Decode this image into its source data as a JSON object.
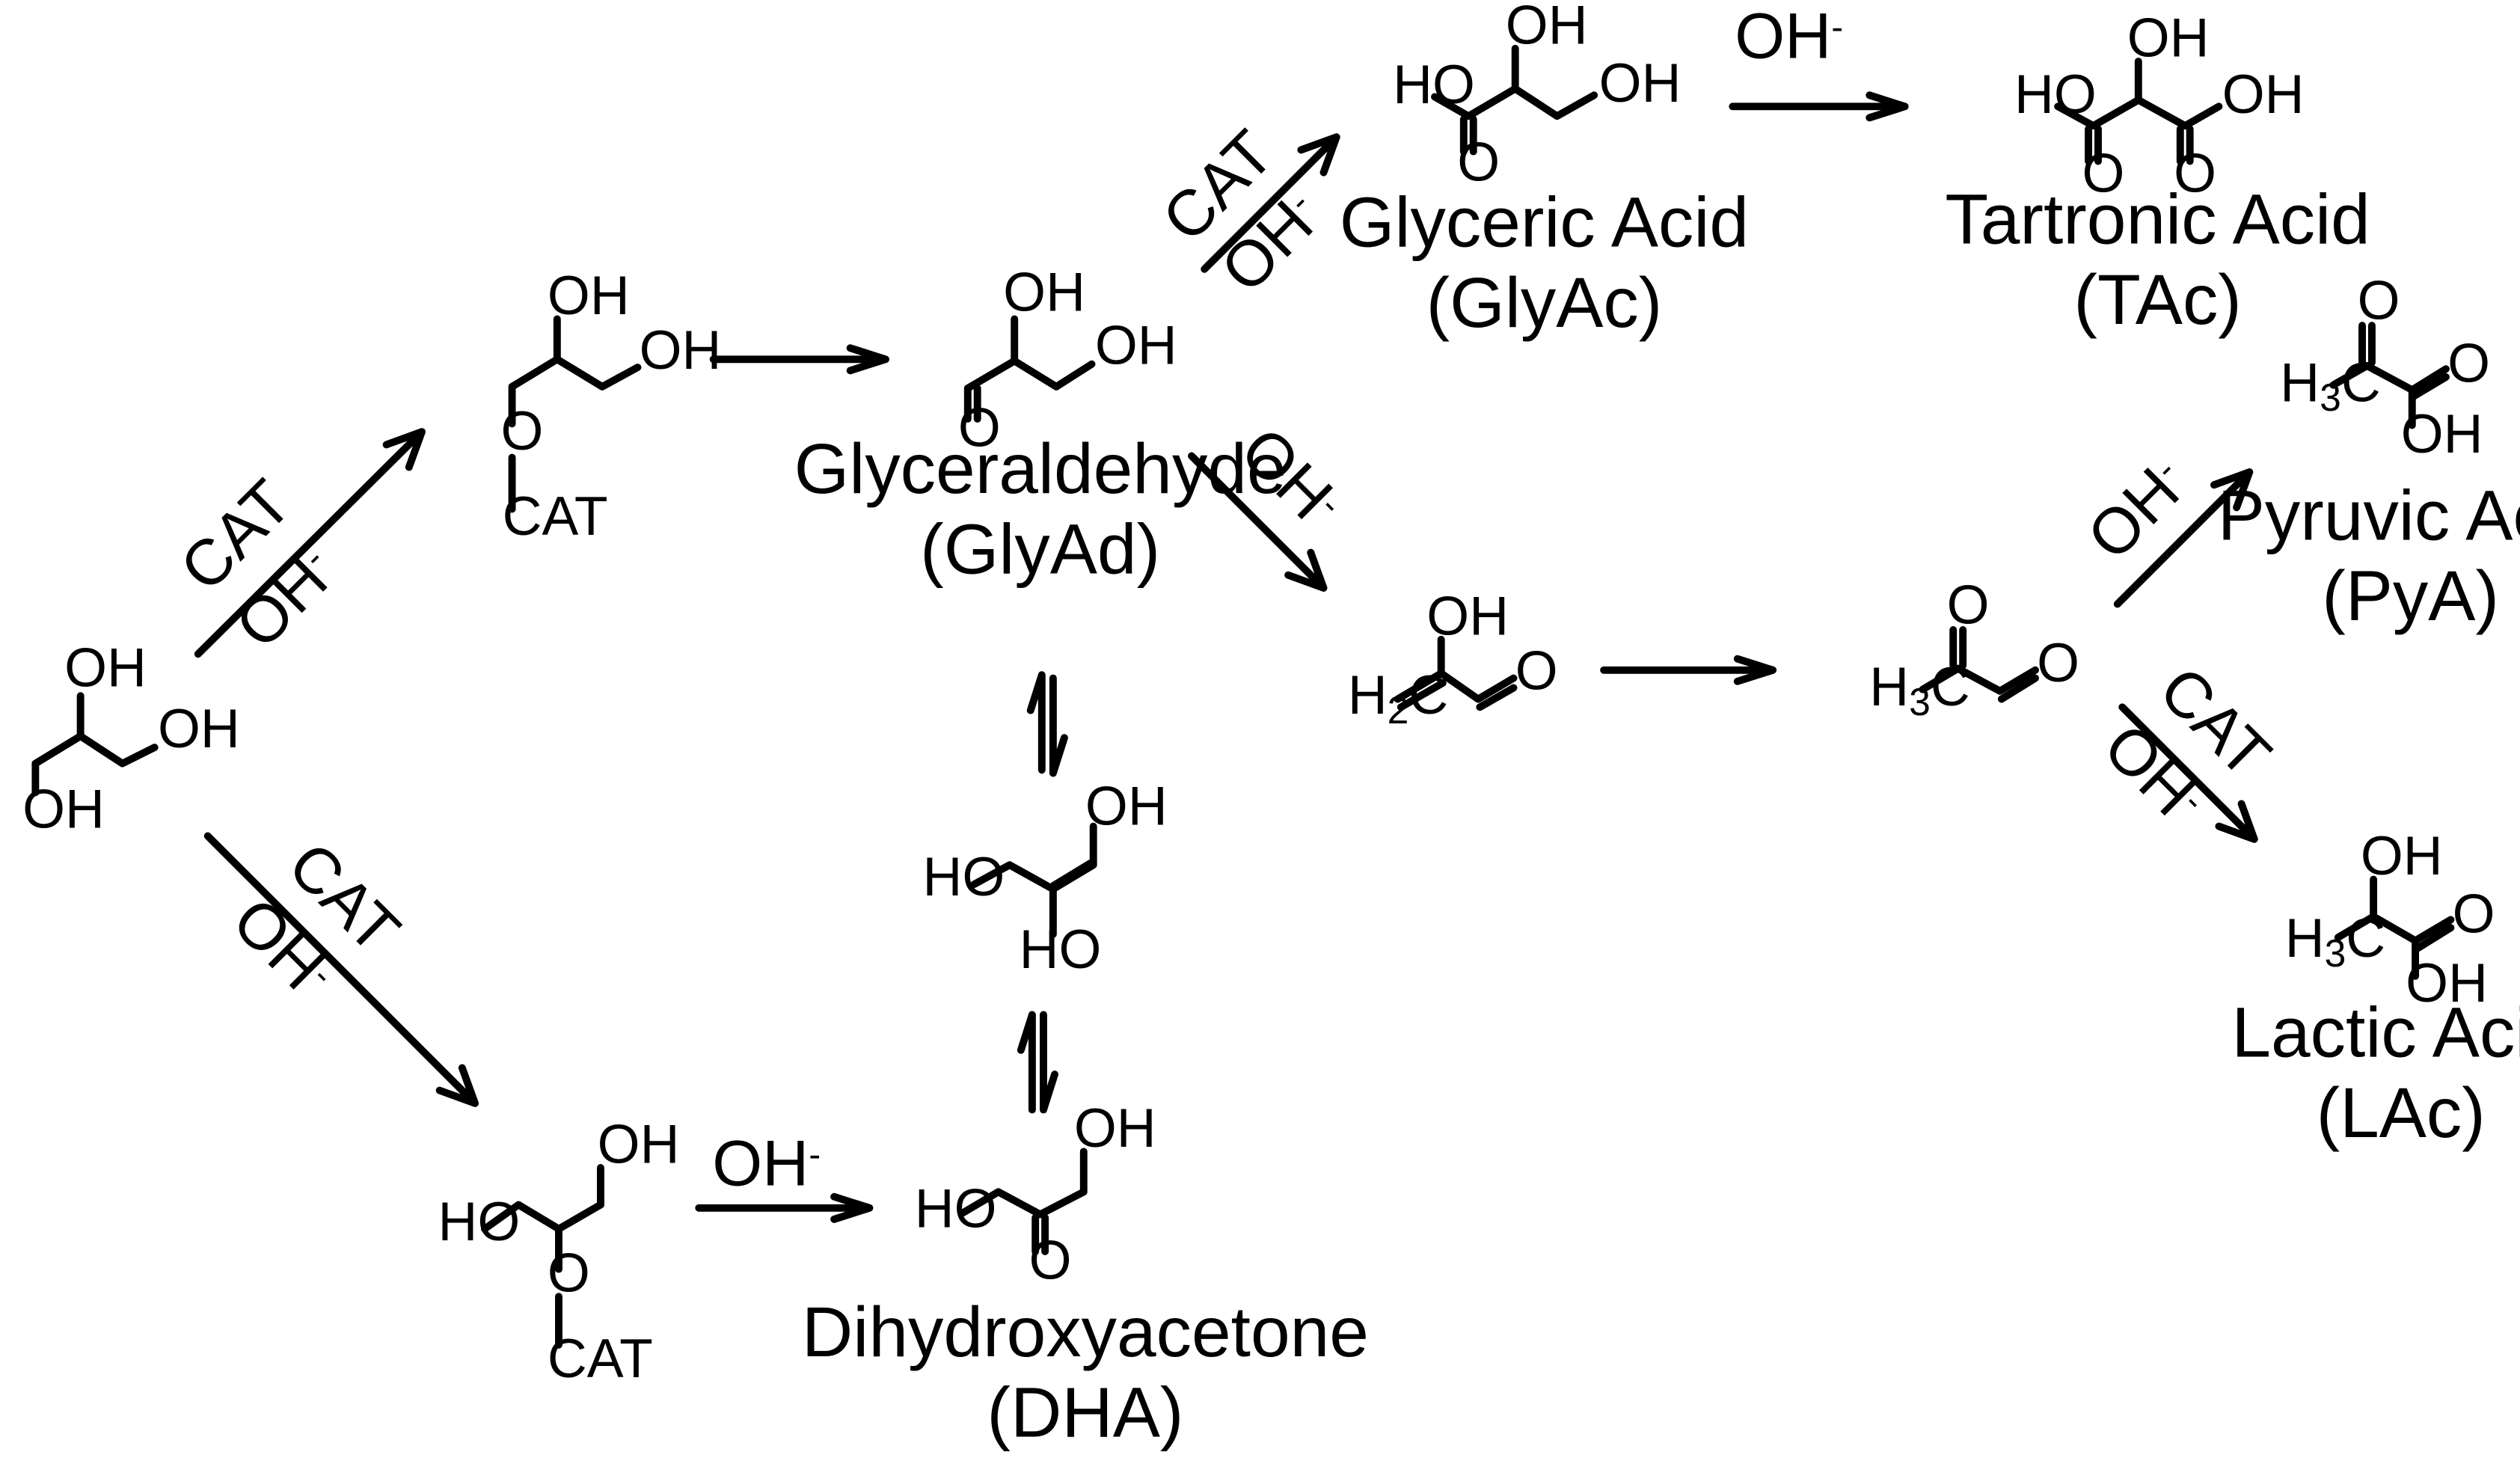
{
  "atoms": {
    "oh": "OH",
    "ho": "HO",
    "o": "O",
    "o_ether": "O",
    "cat": "CAT",
    "h": "H",
    "c": "C",
    "sub2": "2",
    "sub3": "3"
  },
  "reagents": {
    "cat": "CAT",
    "hydroxide": "OH",
    "minus": "-"
  },
  "compounds": {
    "glyceraldehyde": {
      "name": "Glyceraldehyde",
      "abbr": "(GlyAd)"
    },
    "glyceric_acid": {
      "name": "Glyceric Acid",
      "abbr": "(GlyAc)"
    },
    "tartronic_acid": {
      "name": "Tartronic Acid",
      "abbr": "(TAc)"
    },
    "pyruvic_acid": {
      "name": "Pyruvic Acid",
      "abbr": "(PyA)"
    },
    "lactic_acid": {
      "name": "Lactic Acid",
      "abbr": "(LAc)"
    },
    "dihydroxyacetone": {
      "name": "Dihydroxyacetone",
      "abbr": "(DHA)"
    }
  }
}
